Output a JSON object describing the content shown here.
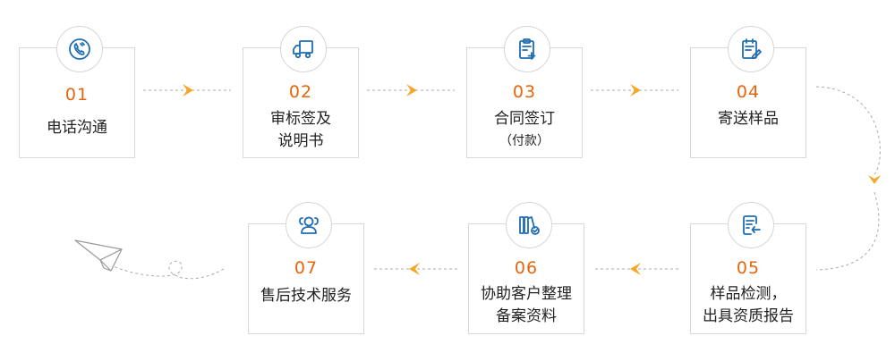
{
  "colors": {
    "accent": "#e8650c",
    "arrow": "#f5a623",
    "icon": "#1f6db3",
    "dash": "#aaaaaa"
  },
  "steps": [
    {
      "num": "01",
      "line1": "电话沟通",
      "line2": "",
      "icon": "phone-icon"
    },
    {
      "num": "02",
      "line1": "审标签及",
      "line2": "说明书",
      "icon": "truck-icon"
    },
    {
      "num": "03",
      "line1": "合同签订",
      "line2": "（付款）",
      "icon": "clipboard-plus-icon"
    },
    {
      "num": "04",
      "line1": "寄送样品",
      "line2": "",
      "icon": "clipboard-edit-icon"
    },
    {
      "num": "05",
      "line1": "样品检测，",
      "line2": "出具资质报告",
      "icon": "report-icon"
    },
    {
      "num": "06",
      "line1": "协助客户整理",
      "line2": "备案资料",
      "icon": "books-icon"
    },
    {
      "num": "07",
      "line1": "售后技术服务",
      "line2": "",
      "icon": "users-icon"
    }
  ]
}
